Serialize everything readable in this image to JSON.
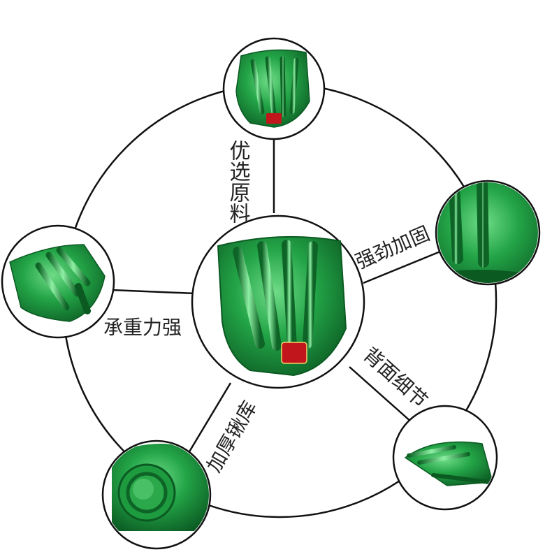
{
  "labels": {
    "top": "优选原料",
    "right": "强劲加固",
    "left": "承重力强",
    "bottom_left": "加厚锹库",
    "bottom_right": "背面细节"
  },
  "colors": {
    "green_dark": "#0f6b2a",
    "green_mid": "#1e9a3f",
    "green_light": "#5fd07a",
    "badge_red": "#c0161c",
    "ring": "#111111"
  }
}
